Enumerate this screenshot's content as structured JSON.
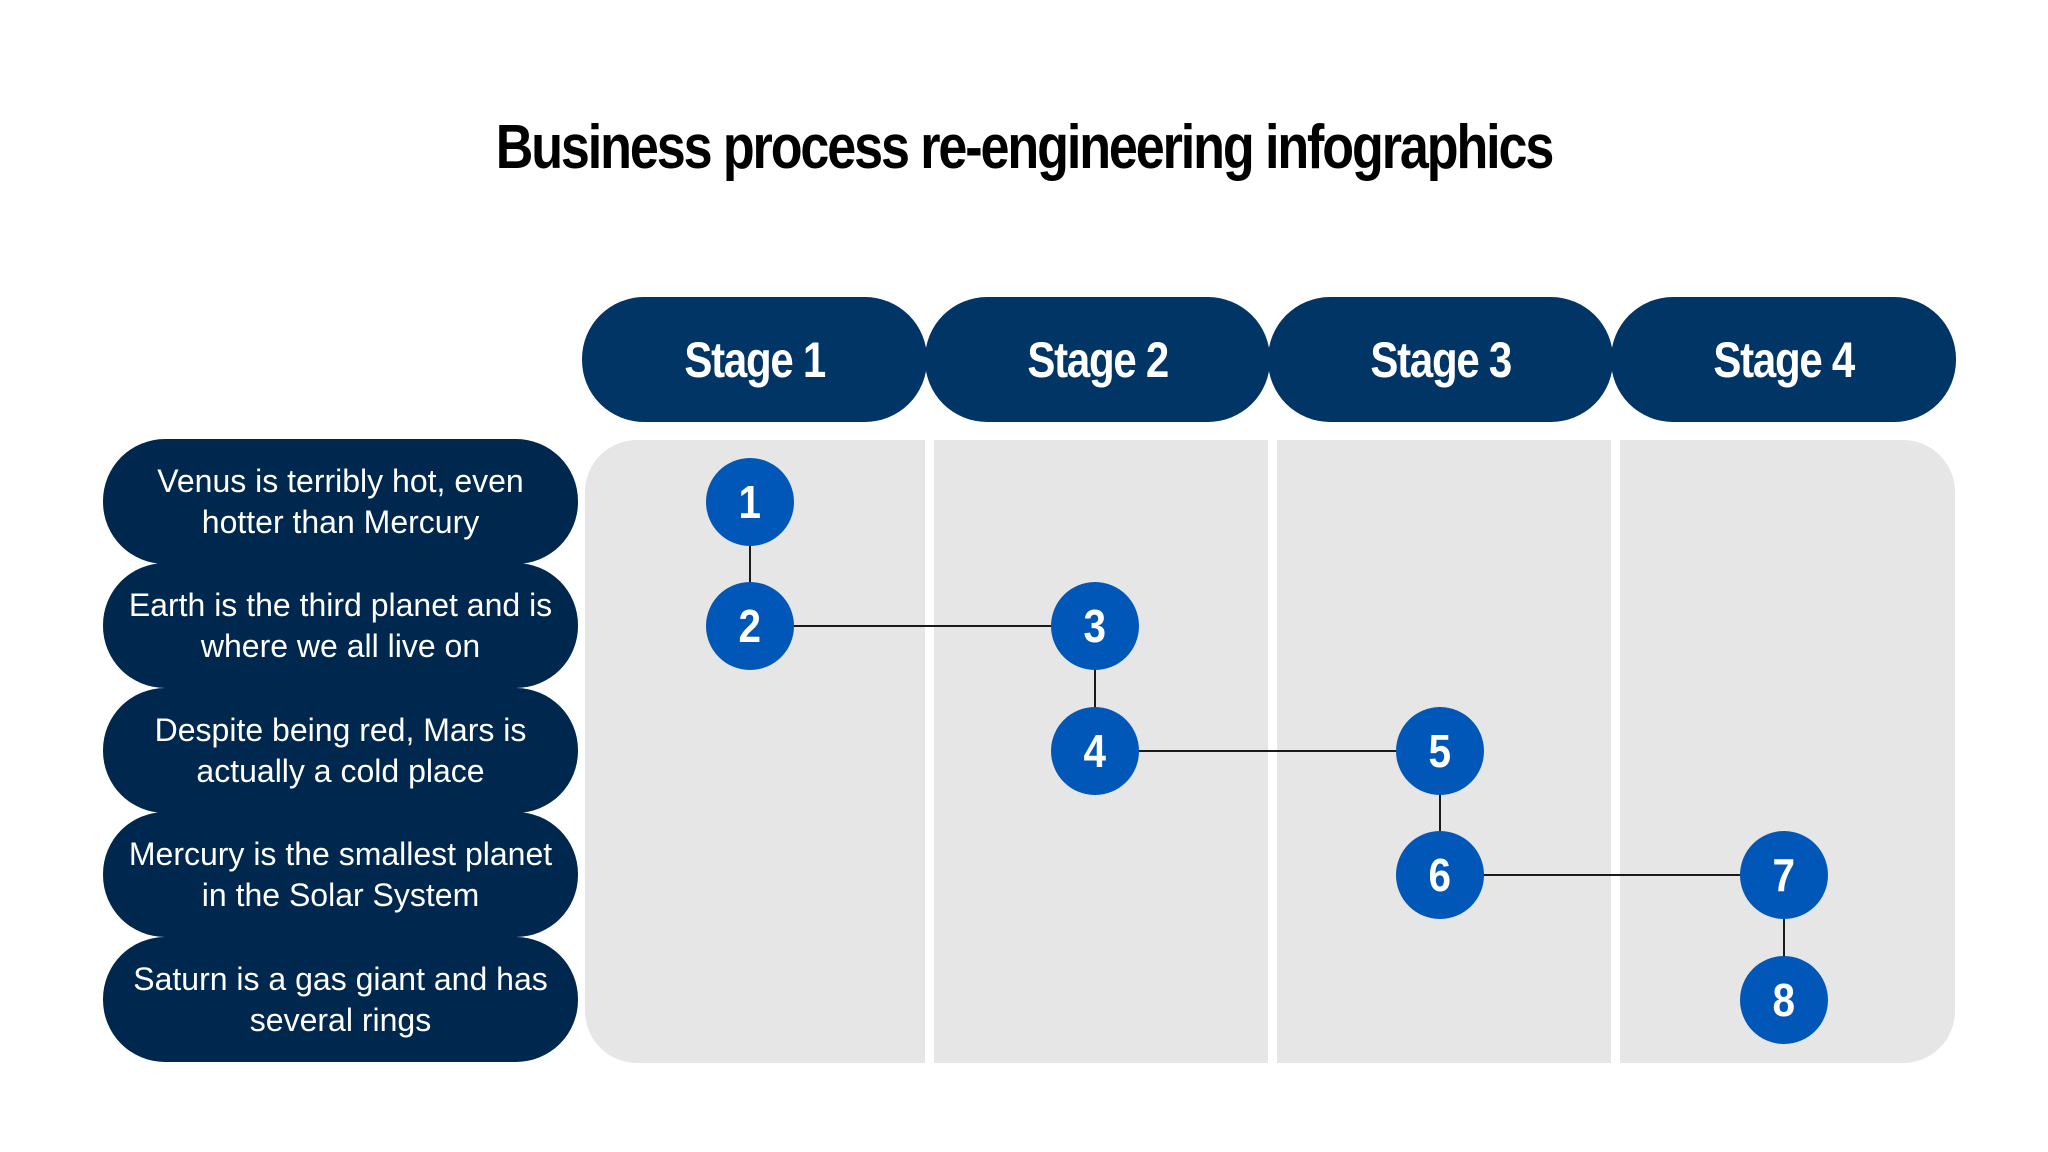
{
  "title": "Business process re-engineering infographics",
  "colors": {
    "header": "#003566",
    "row_label": "#00284f",
    "node": "#0057b8",
    "grid_background": "#e6e6e6",
    "connector": "#1a1a1a"
  },
  "stages": [
    {
      "label": "Stage 1"
    },
    {
      "label": "Stage 2"
    },
    {
      "label": "Stage 3"
    },
    {
      "label": "Stage 4"
    }
  ],
  "rows": [
    {
      "text": "Venus is terribly hot, even hotter than Mercury"
    },
    {
      "text": "Earth is the third planet and is where we all live on"
    },
    {
      "text": "Despite being red, Mars is actually a cold place"
    },
    {
      "text": "Mercury is the smallest planet in the Solar System"
    },
    {
      "text": "Saturn is a gas giant and has several rings"
    }
  ],
  "steps": [
    {
      "label": "1",
      "stage": 1,
      "row": 1
    },
    {
      "label": "2",
      "stage": 1,
      "row": 2
    },
    {
      "label": "3",
      "stage": 2,
      "row": 2
    },
    {
      "label": "4",
      "stage": 2,
      "row": 3
    },
    {
      "label": "5",
      "stage": 3,
      "row": 3
    },
    {
      "label": "6",
      "stage": 3,
      "row": 4
    },
    {
      "label": "7",
      "stage": 4,
      "row": 4
    },
    {
      "label": "8",
      "stage": 4,
      "row": 5
    }
  ]
}
